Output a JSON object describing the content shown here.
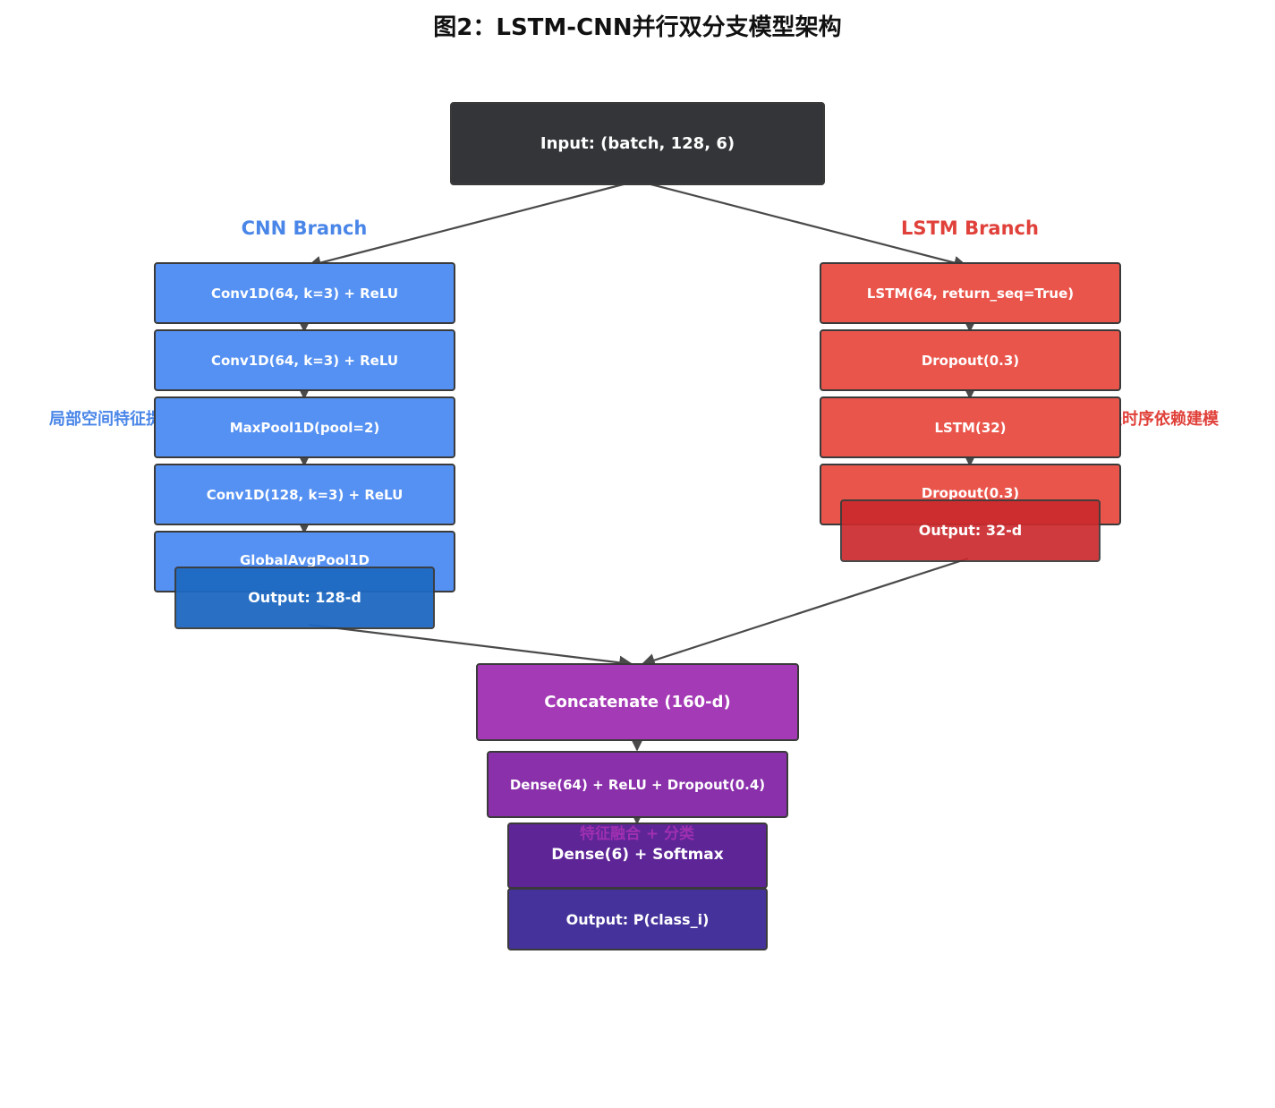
{
  "title": "图2：LSTM-CNN并行双分支模型架构",
  "colors": {
    "cnn": "#4a86e8",
    "lstm": "#e0413a",
    "fusion": "#a030b0",
    "input": "#333538"
  },
  "input": {
    "label": "Input: (batch, 128, 6)"
  },
  "cnn_branch": {
    "title": "CNN Branch",
    "note": "局部空间特征提取",
    "layers": [
      "Conv1D(64, k=3) + ReLU",
      "Conv1D(64, k=3) + ReLU",
      "MaxPool1D(pool=2)",
      "Conv1D(128, k=3) + ReLU",
      "GlobalAvgPool1D"
    ],
    "output": "Output: 128-d"
  },
  "lstm_branch": {
    "title": "LSTM Branch",
    "note": "长程时序依赖建模",
    "layers": [
      "LSTM(64, return_seq=True)",
      "Dropout(0.3)",
      "LSTM(32)",
      "Dropout(0.3)"
    ],
    "output": "Output: 32-d"
  },
  "fusion": {
    "note": "特征融合 + 分类",
    "concat": "Concatenate (160-d)",
    "dense1": "Dense(64) + ReLU + Dropout(0.4)",
    "dense2": "Dense(6) + Softmax",
    "output": "Output: P(class_i)"
  }
}
